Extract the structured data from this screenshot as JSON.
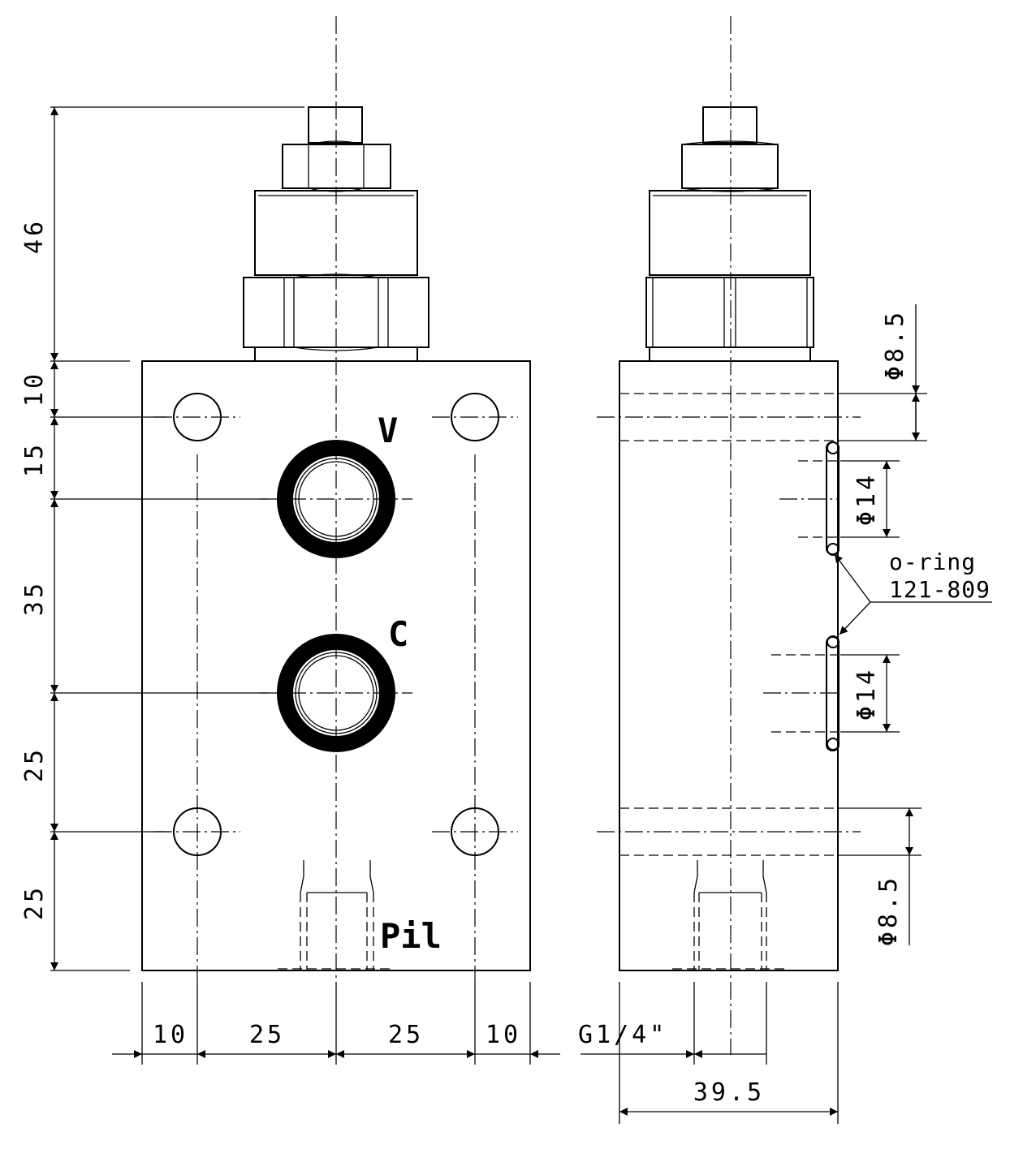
{
  "front_view": {
    "port_labels": {
      "v": "V",
      "c": "C",
      "pil": "Pil"
    },
    "vertical_dims": {
      "d46": "46",
      "d10": "10",
      "d15": "15",
      "d35": "35",
      "d25a": "25",
      "d25b": "25"
    },
    "horizontal_dims": {
      "d10a": "10",
      "d25a": "25",
      "d25b": "25",
      "d10b": "10"
    }
  },
  "side_view": {
    "dims": {
      "hole_top": "Φ8.5",
      "oring_top": "Φ14",
      "oring_bottom": "Φ14",
      "hole_bottom": "Φ8.5",
      "thread": "G1/4\"",
      "width": "39.5"
    },
    "oring_note": {
      "line1": "o-ring",
      "line2": "121-809"
    }
  }
}
